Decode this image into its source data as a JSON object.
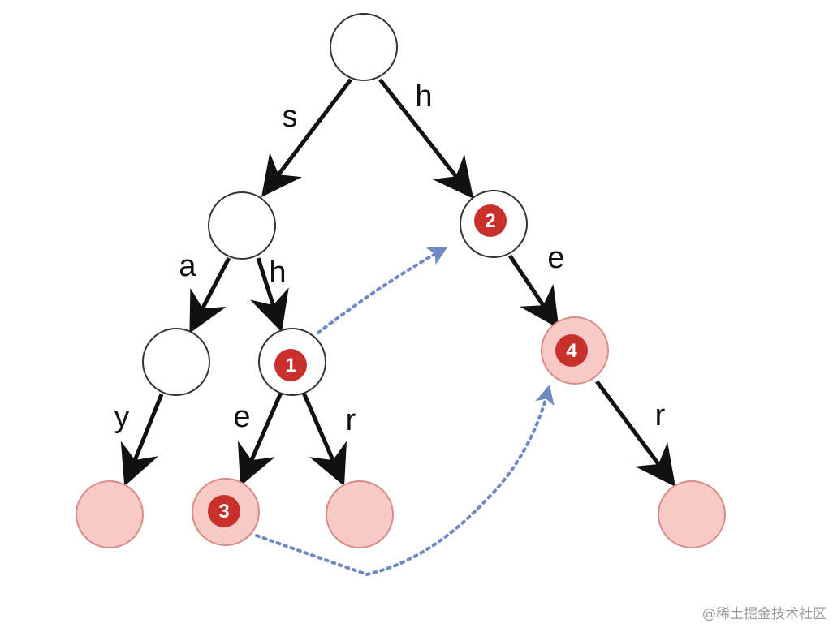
{
  "colors": {
    "node_fill_plain": "#ffffff",
    "node_fill_highlight": "#f7c9c7",
    "node_stroke_plain": "#333333",
    "node_stroke_highlight": "#d98c88",
    "edge": "#111111",
    "fail_link": "#6f8ac0",
    "badge": "#c9302c"
  },
  "edge_labels": {
    "root_s": "s",
    "root_h": "h",
    "s_a": "a",
    "s_h": "h",
    "sa_y": "y",
    "sh_e": "e",
    "sh_r": "r",
    "h_e": "e",
    "he_r": "r"
  },
  "badges": {
    "sh": "1",
    "h": "2",
    "she": "3",
    "he": "4"
  },
  "watermark": "@稀土掘金技术社区"
}
